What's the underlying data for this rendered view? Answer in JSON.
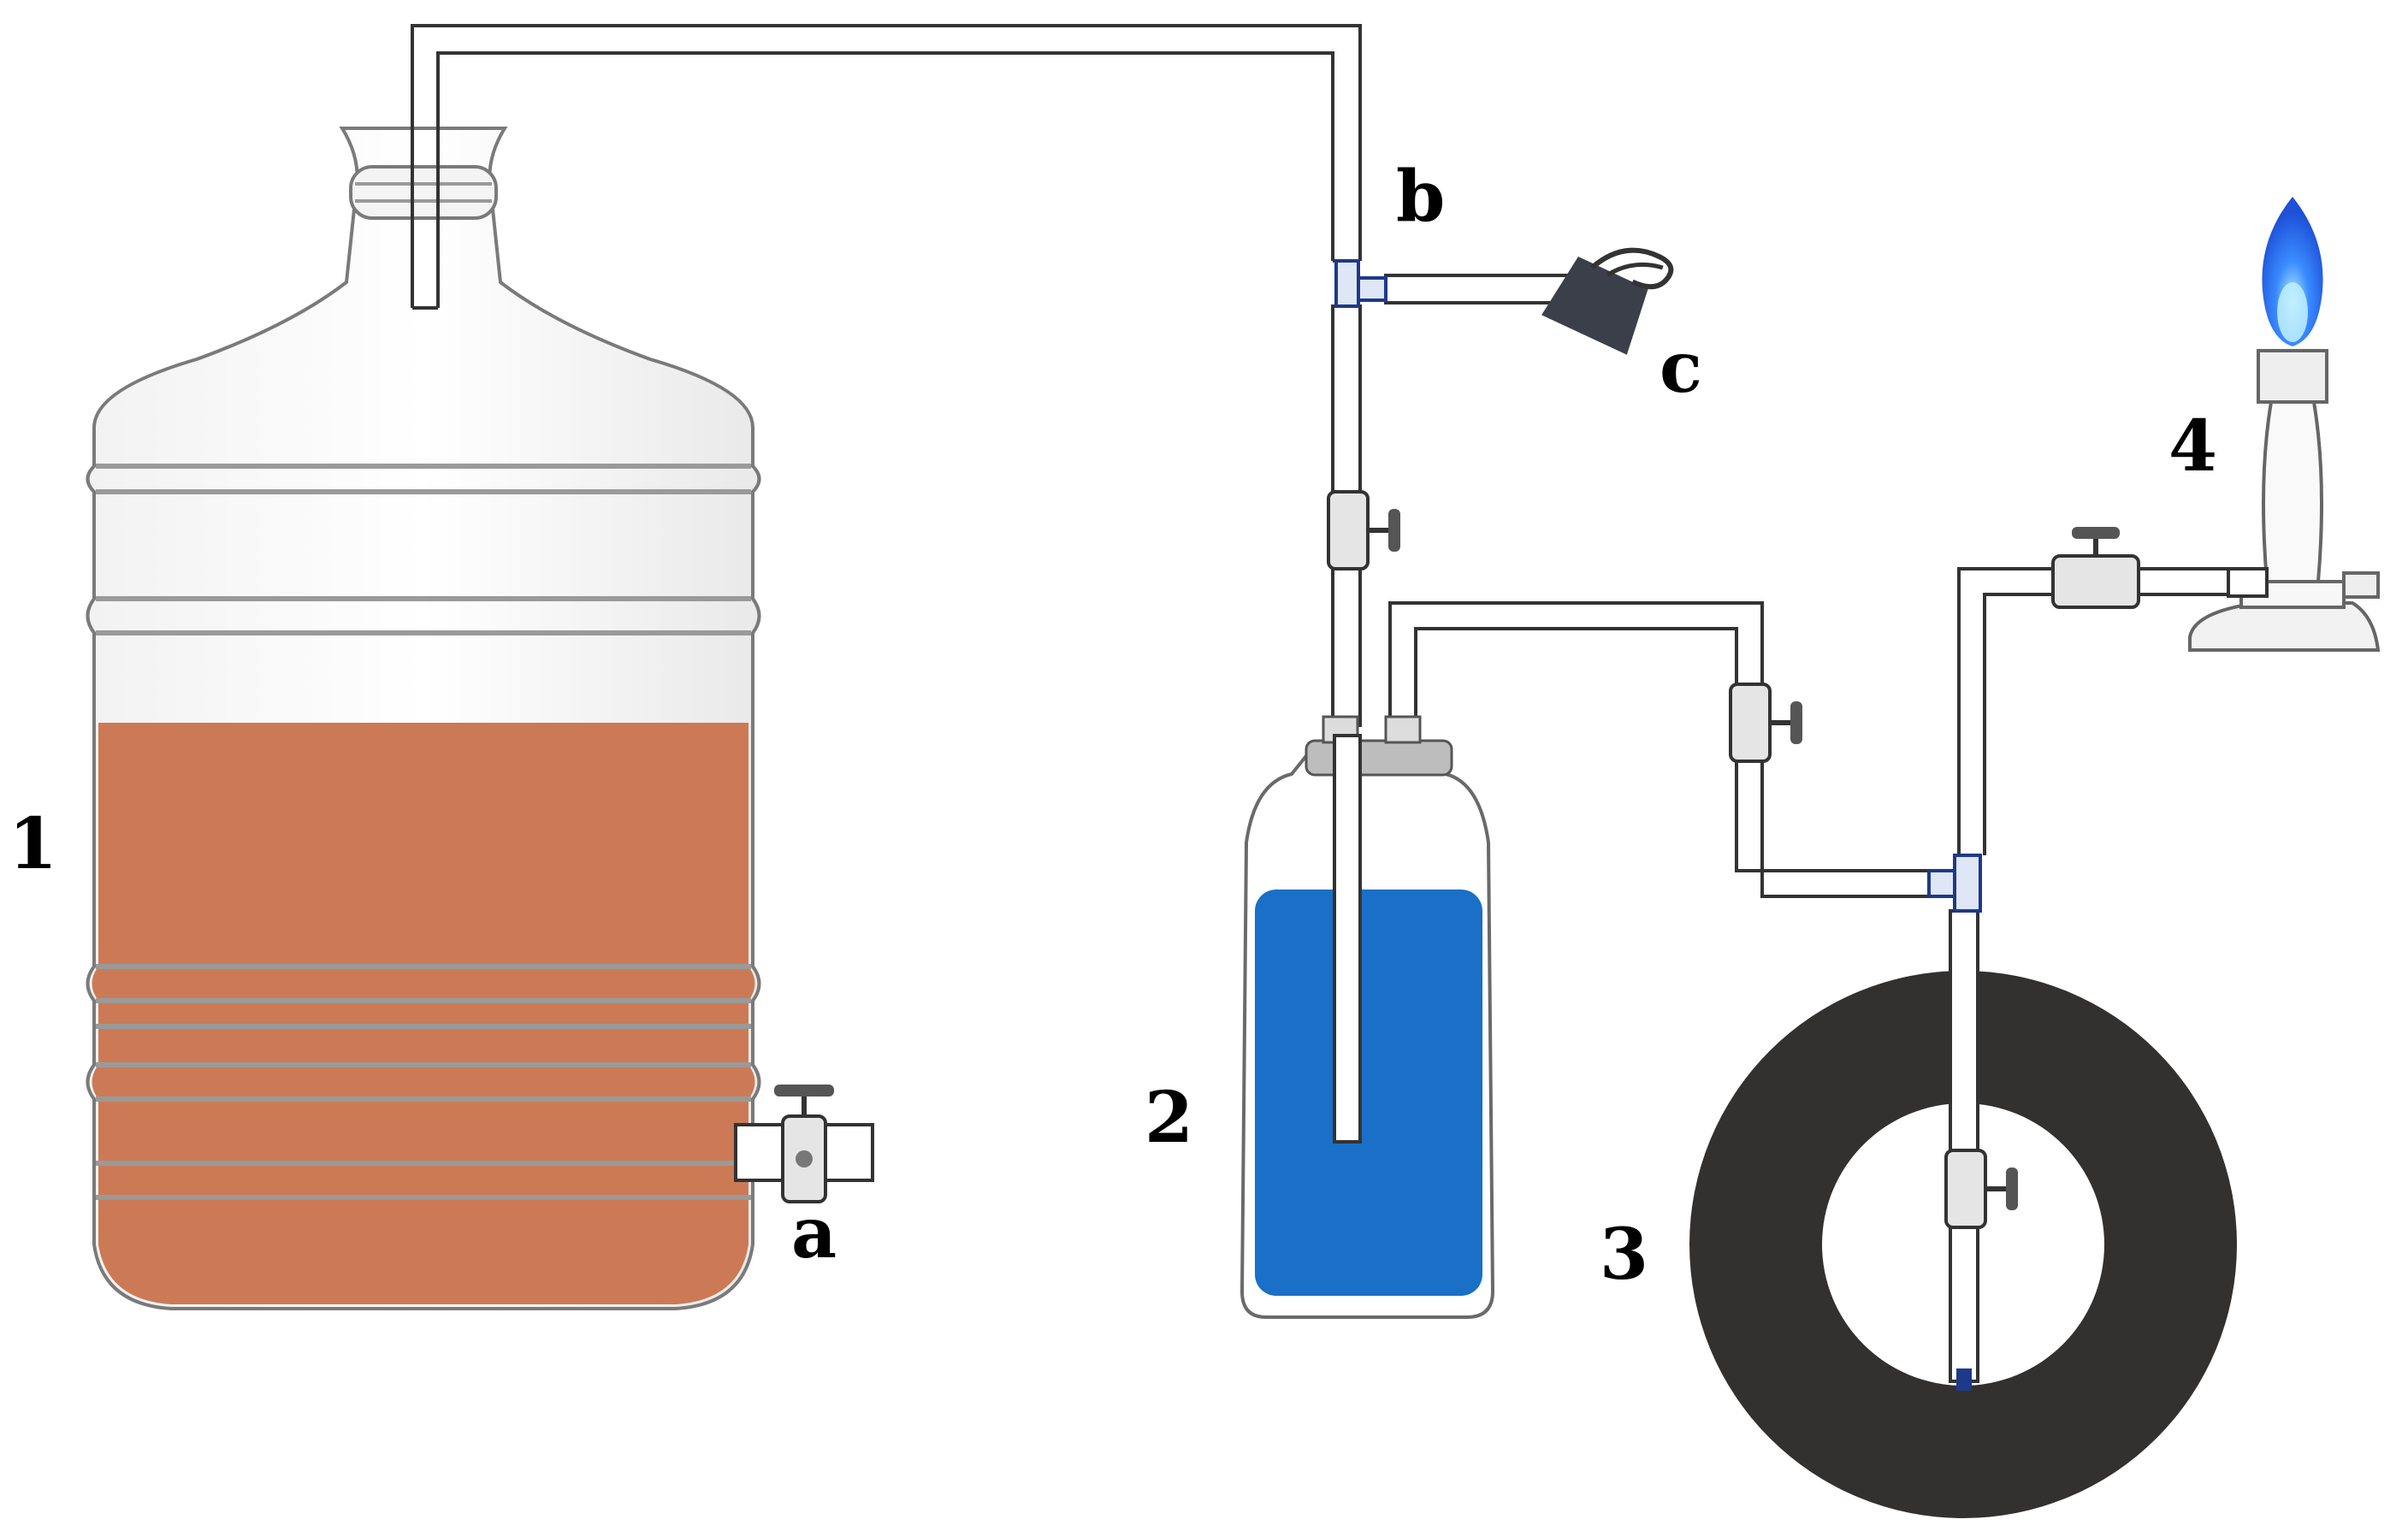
{
  "labels": {
    "vessel": "1",
    "wash_bottle": "2",
    "tire": "3",
    "burner": "4",
    "valve_a": "a",
    "tee_b": "b",
    "clip_c": "c"
  },
  "colors": {
    "liquid": "#cc7a55",
    "water": "#1a6fc7",
    "tire": "#333030",
    "tube_stroke": "#333333",
    "flame_outer": "#2f78ff",
    "flame_inner": "#7fd4ff",
    "connector": "#1d3a8a",
    "clip": "#3a3f4a"
  },
  "icons": {
    "valve": "stopcock-valve-icon",
    "clip": "binder-clip-icon",
    "burner": "bunsen-burner-icon"
  }
}
